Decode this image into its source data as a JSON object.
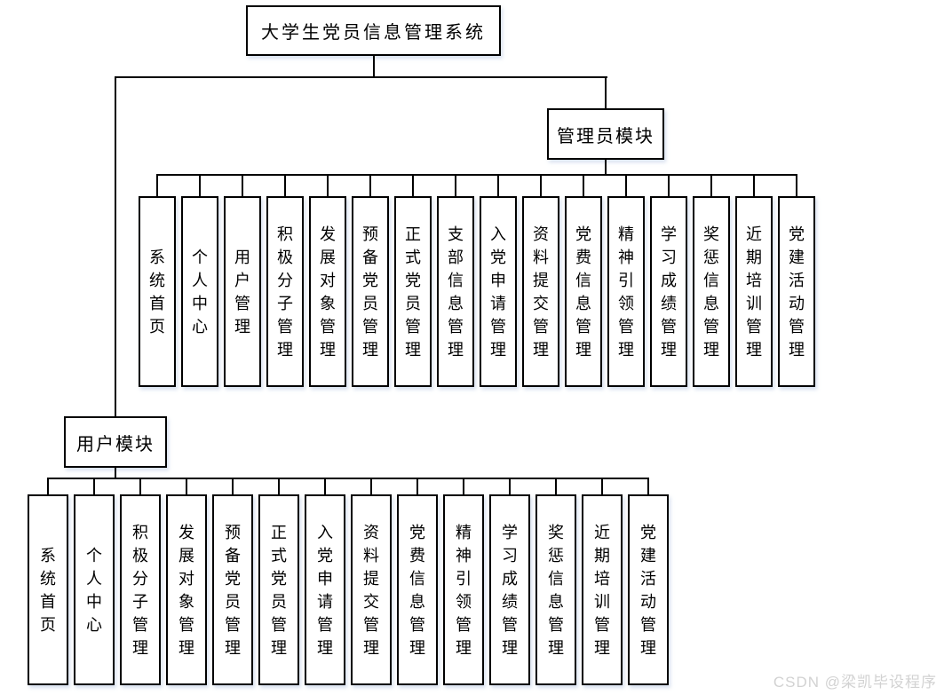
{
  "diagram": {
    "title": "大学生党员信息管理系统",
    "root": {
      "label": "大学生党员信息管理系统"
    },
    "admin_module": {
      "label": "管理员模块",
      "items": [
        "系统首页",
        "个人中心",
        "用户管理",
        "积极分子管理",
        "发展对象管理",
        "预备党员管理",
        "正式党员管理",
        "支部信息管理",
        "入党申请管理",
        "资料提交管理",
        "党费信息管理",
        "精神引领管理",
        "学习成绩管理",
        "奖惩信息管理",
        "近期培训管理",
        "党建活动管理"
      ]
    },
    "user_module": {
      "label": "用户模块",
      "items": [
        "系统首页",
        "个人中心",
        "积极分子管理",
        "发展对象管理",
        "预备党员管理",
        "正式党员管理",
        "入党申请管理",
        "资料提交管理",
        "党费信息管理",
        "精神引领管理",
        "学习成绩管理",
        "奖惩信息管理",
        "近期培训管理",
        "党建活动管理"
      ]
    },
    "watermark": "CSDN @梁凯毕设程序",
    "colors": {
      "line": "#000000",
      "box_background": "#ffffff",
      "box_border": "#000000",
      "box_shadow": "#c1cfe6",
      "watermark_text": "#d2d2d2"
    }
  }
}
